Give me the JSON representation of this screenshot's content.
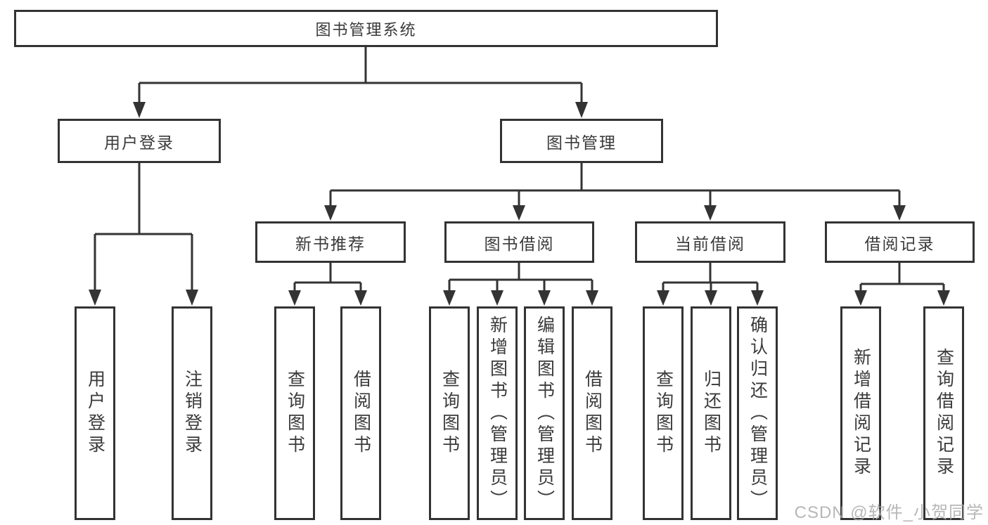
{
  "tree": {
    "label": "图书管理系统",
    "children": [
      {
        "label": "用户登录",
        "children": [
          {
            "label": "用户登录"
          },
          {
            "label": "注销登录"
          }
        ]
      },
      {
        "label": "图书管理",
        "children": [
          {
            "label": "新书推荐",
            "children": [
              {
                "label": "查询图书"
              },
              {
                "label": "借阅图书"
              }
            ]
          },
          {
            "label": "图书借阅",
            "children": [
              {
                "label": "查询图书"
              },
              {
                "label": "新增图书（管理员）"
              },
              {
                "label": "编辑图书（管理员）"
              },
              {
                "label": "借阅图书"
              }
            ]
          },
          {
            "label": "当前借阅",
            "children": [
              {
                "label": "查询图书"
              },
              {
                "label": "归还图书"
              },
              {
                "label": "确认归还（管理员）"
              }
            ]
          },
          {
            "label": "借阅记录",
            "children": [
              {
                "label": "新增借阅记录"
              },
              {
                "label": "查询借阅记录"
              }
            ]
          }
        ]
      }
    ]
  },
  "colors": {
    "line": "#333333",
    "text": "#3a3a3a",
    "box_background": "#ffffff",
    "watermark": "#aaaaaa"
  },
  "watermark": {
    "text": "CSDN @软件_小贺同学"
  }
}
